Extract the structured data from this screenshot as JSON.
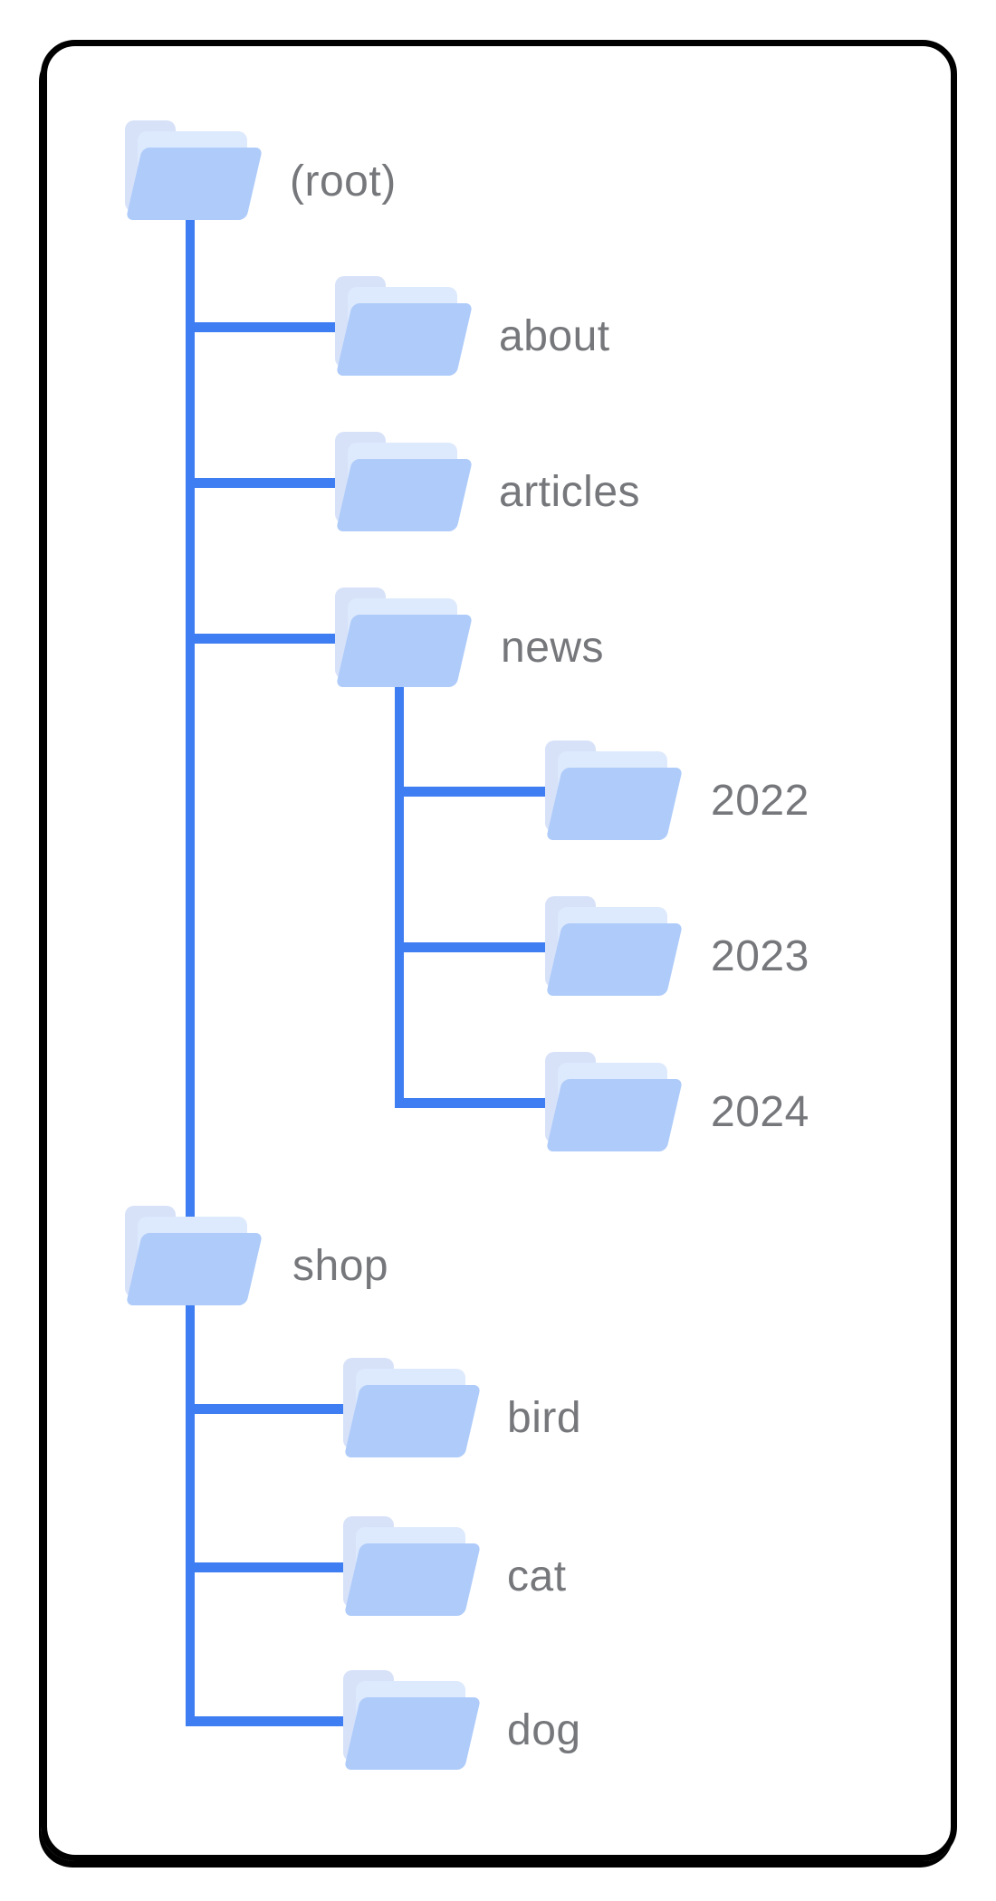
{
  "colors": {
    "bg": "#ffffff",
    "card-border": "#000000",
    "line": "#3e7df2",
    "folder-back": "#d7e2f9",
    "folder-sheet": "#dde9fc",
    "folder-front": "#aecbfa",
    "label": "#75777b"
  },
  "tree": {
    "nodes": [
      {
        "label": "(root)"
      },
      {
        "label": "about"
      },
      {
        "label": "articles"
      },
      {
        "label": "news"
      },
      {
        "label": "2022"
      },
      {
        "label": "2023"
      },
      {
        "label": "2024"
      },
      {
        "label": "shop"
      },
      {
        "label": "bird"
      },
      {
        "label": "cat"
      },
      {
        "label": "dog"
      }
    ],
    "hierarchy": {
      "(root)": [
        "about",
        "articles",
        "news",
        "shop"
      ],
      "news": [
        "2022",
        "2023",
        "2024"
      ],
      "shop": [
        "bird",
        "cat",
        "dog"
      ]
    }
  }
}
